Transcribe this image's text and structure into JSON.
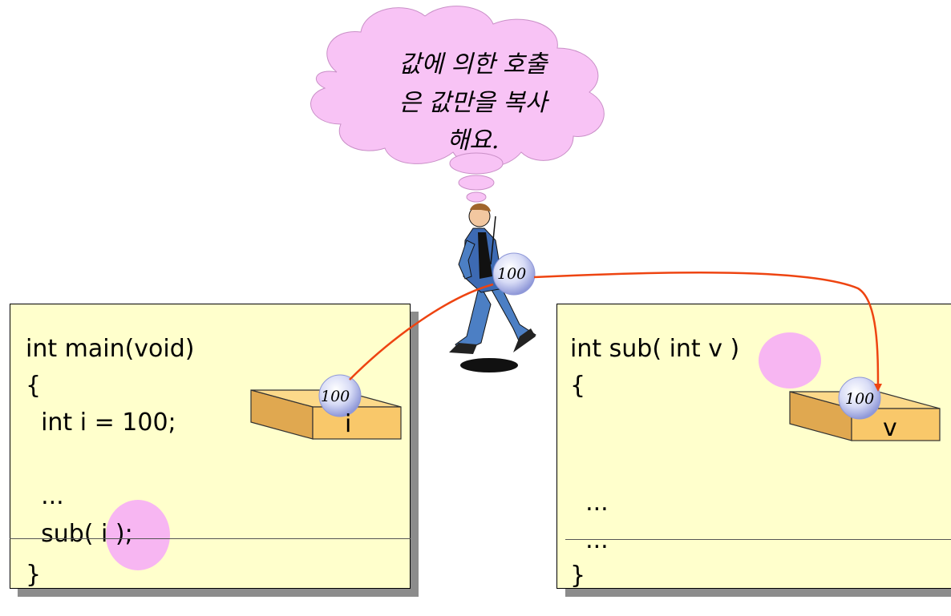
{
  "thought": {
    "lines": [
      "값에 의한 호출",
      "은 값만을 복사",
      "해요."
    ]
  },
  "main_panel": {
    "lines": [
      "int main(void)",
      "{",
      "  int i = 100;",
      "",
      "  ...",
      "  sub( i );",
      "}"
    ],
    "box_label": "i",
    "ball_value": "100"
  },
  "sub_panel": {
    "lines": [
      "int sub( int v )",
      "{",
      "",
      "",
      "  ...",
      "  ...",
      "}"
    ],
    "box_label": "v",
    "ball_value": "100"
  },
  "walker": {
    "ball_value": "100"
  },
  "colors": {
    "panel": "#ffffcc",
    "panel_shadow": "#8c8c8c",
    "cloud": "#f8c3f5",
    "highlight_oval": "#f7b6f2",
    "box": "#f9c86a",
    "arrow": "#ee4411"
  }
}
